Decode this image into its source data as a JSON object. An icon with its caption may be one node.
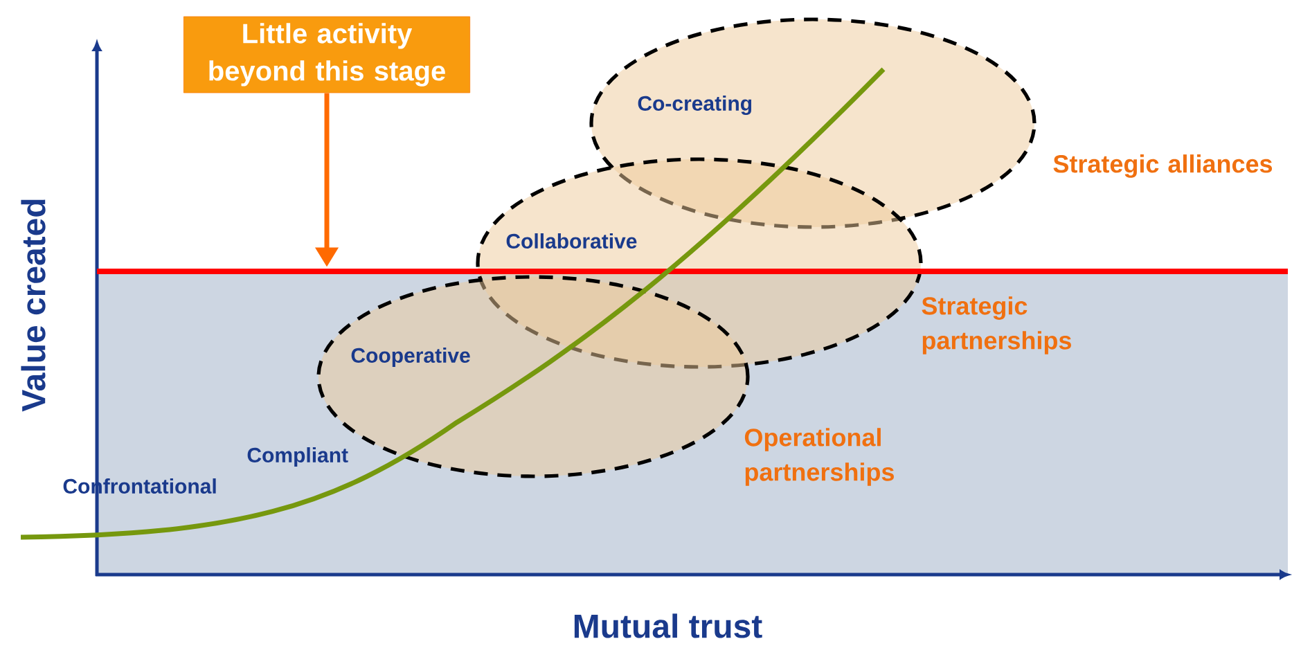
{
  "diagram": {
    "nodes": [
      {
        "text": [
          "Little activity beyond this stage"
        ]
      },
      {
        "text": [],
        "shape": "line"
      },
      {
        "text": [
          "Co-creating"
        ],
        "beside": [
          "Strategic alliances"
        ]
      },
      {
        "text": [
          "Collaborative"
        ],
        "beside": [
          "Strategic partnerships"
        ]
      },
      {
        "text": [
          "Cooperative"
        ],
        "beside": [
          "Operational partnerships"
        ]
      }
    ],
    "edges": [
      {
        "from": 0,
        "to": 1,
        "arrow": "to",
        "color": "#ff6a00"
      }
    ],
    "labels": [
      "Value created",
      "Confrontational",
      "Compliant",
      "Mutual trust"
    ]
  }
}
